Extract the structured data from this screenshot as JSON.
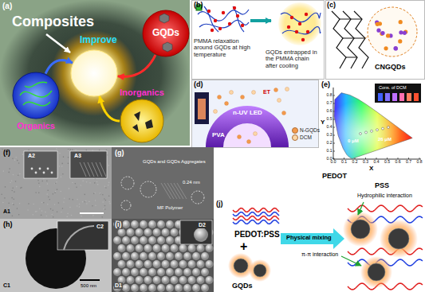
{
  "diagram": {
    "nodes": [
      {
        "text": [
          "Composites"
        ]
      },
      {
        "text": [
          "GQDs"
        ]
      },
      {
        "text": [
          "Organics"
        ]
      },
      {
        "text": [
          "Inorganics"
        ]
      }
    ],
    "edges": [
      {
        "from": 2,
        "to": 0,
        "arrow": "to"
      },
      {
        "from": 1,
        "to": 0,
        "arrow": "to"
      },
      {
        "from": 3,
        "to": 0,
        "arrow": "to"
      }
    ],
    "labels": [
      "(a)",
      "Improve",
      "(b)",
      "PMMA relaxation around GQDs at high temperature",
      "GQDs entrapped in the PMMA chain after cooling",
      "(c)",
      "CNGQDs",
      "(d)",
      "n-UV LED",
      "PVA",
      "ET",
      "(e)",
      "Cons. of DCM",
      "0 μM",
      "26 μM",
      "Y",
      "X",
      "PEDOT",
      "PSS",
      "Hydrophilic interaction",
      "(j)",
      "PEDOT:PSS",
      "+",
      "Physical mixing",
      "π-π interaction",
      "GQDs",
      "(f)",
      "A1",
      "A2",
      "A3",
      "(g)",
      "GQDs and GQDs Aggregates",
      "0.24 nm",
      "MF Polymer",
      "(h)",
      "C1",
      "C2",
      "500 nm",
      "(i)",
      "D1",
      "D2",
      "0.0",
      "0.1",
      "0.2",
      "0.3",
      "0.4",
      "0.5",
      "0.6",
      "0.7",
      "0.8",
      "0.0",
      "0.1",
      "0.2",
      "0.3",
      "0.4",
      "0.5",
      "0.6",
      "0.7",
      "0.8"
    ],
    "legend": [
      {
        "text": "N-GQDs",
        "color": "#f39a4c"
      },
      {
        "text": "DCM",
        "color": "#fbd7a8"
      }
    ]
  }
}
